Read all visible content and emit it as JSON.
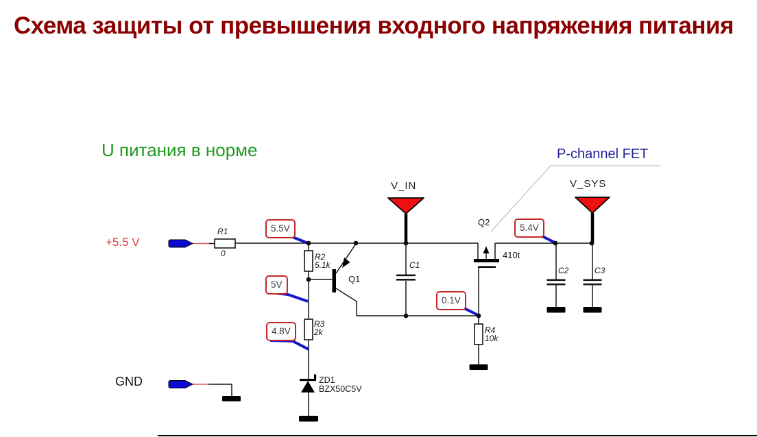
{
  "title": "Схема защиты от превышения входного напряжения питания",
  "annotation": "U питания в норме",
  "fet_note": "P-channel FET",
  "nets": {
    "input": "+5.5 V",
    "ground": "GND"
  },
  "power_flags": {
    "vin": "V_IN",
    "vsys": "V_SYS"
  },
  "components": {
    "r1": {
      "ref": "R1",
      "value": "0"
    },
    "r2": {
      "ref": "R2",
      "value": "5.1k"
    },
    "r3": {
      "ref": "R3",
      "value": "2k"
    },
    "r4": {
      "ref": "R4",
      "value": "10k"
    },
    "c1": {
      "ref": "C1"
    },
    "c2": {
      "ref": "C2"
    },
    "c3": {
      "ref": "C3"
    },
    "q1": {
      "ref": "Q1"
    },
    "q2": {
      "ref": "Q2",
      "value": "410t"
    },
    "zd1": {
      "ref": "ZD1",
      "value": "BZX50C5V"
    }
  },
  "probes": {
    "v55": "5.5V",
    "v5": "5V",
    "v48": "4.8V",
    "v01": "0.1V",
    "v54": "5.4V"
  },
  "colors": {
    "title": "#8b0000",
    "annotation_green": "#1d9b1d",
    "fet_note_blue": "#22229b",
    "net_red": "#e03a3a",
    "probe_border": "#c22828",
    "probe_pointer_blue": "#1616cf",
    "connector_blue": "#0a0ad0",
    "power_flag_red": "#ee1010",
    "wire": "#161616"
  }
}
